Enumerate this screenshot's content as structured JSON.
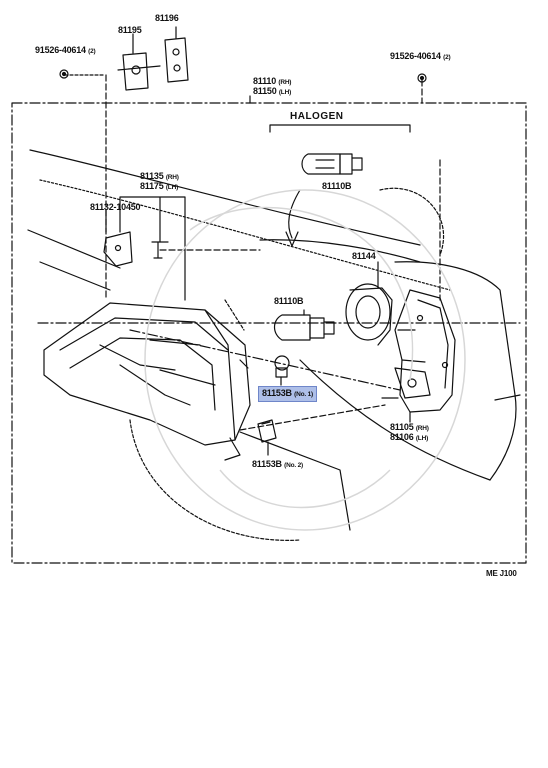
{
  "diagram": {
    "labels": {
      "p81196": "81196",
      "p81195": "81195",
      "bolt_left": {
        "part": "91526-40614",
        "qty": "(2)"
      },
      "bolt_right": {
        "part": "91526-40614",
        "qty": "(2)"
      },
      "p81110": {
        "part": "81110",
        "side": "(RH)"
      },
      "p81150": {
        "part": "81150",
        "side": "(LH)"
      },
      "halogen": "HALOGEN",
      "p81110B_top": "81110B",
      "p81135": {
        "part": "81135",
        "side": "(RH)"
      },
      "p81175": {
        "part": "81175",
        "side": "(LH)"
      },
      "p81132": "81132-10450",
      "p81144": "81144",
      "p81110B_mid": "81110B",
      "p81153B_no1": {
        "part": "81153B",
        "note": "(No. 1)"
      },
      "p81105": {
        "part": "81105",
        "side": "(RH)"
      },
      "p81106": {
        "part": "81106",
        "side": "(LH)"
      },
      "p81153B_no2": {
        "part": "81153B",
        "note": "(No. 2)"
      },
      "code": "ME J100"
    },
    "highlight_color": "#aebfe8",
    "line_color": "#111111"
  }
}
